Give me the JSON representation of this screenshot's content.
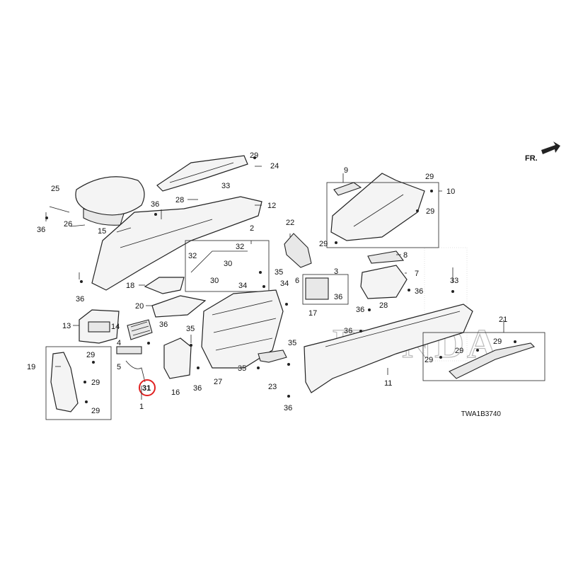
{
  "diagram_code": "TWA1B3740",
  "front_indicator": "FR.",
  "highlighted_callout": "31",
  "watermark": "HONDA",
  "callouts": [
    {
      "id": "c25",
      "text": "25"
    },
    {
      "id": "c26",
      "text": "26"
    },
    {
      "id": "c36a",
      "text": "36"
    },
    {
      "id": "c15",
      "text": "15"
    },
    {
      "id": "c36b",
      "text": "36"
    },
    {
      "id": "c29a",
      "text": "29"
    },
    {
      "id": "c24",
      "text": "24"
    },
    {
      "id": "c33a",
      "text": "33"
    },
    {
      "id": "c28a",
      "text": "28"
    },
    {
      "id": "c12",
      "text": "12"
    },
    {
      "id": "c2",
      "text": "2"
    },
    {
      "id": "c32a",
      "text": "32"
    },
    {
      "id": "c32b",
      "text": "32"
    },
    {
      "id": "c30a",
      "text": "30"
    },
    {
      "id": "c30b",
      "text": "30"
    },
    {
      "id": "c36c",
      "text": "36"
    },
    {
      "id": "c18",
      "text": "18"
    },
    {
      "id": "c20",
      "text": "20"
    },
    {
      "id": "c13",
      "text": "13"
    },
    {
      "id": "c14",
      "text": "14"
    },
    {
      "id": "c36d",
      "text": "36"
    },
    {
      "id": "c4",
      "text": "4"
    },
    {
      "id": "c5",
      "text": "5"
    },
    {
      "id": "c31",
      "text": "31"
    },
    {
      "id": "c1",
      "text": "1"
    },
    {
      "id": "c19",
      "text": "19"
    },
    {
      "id": "c29b",
      "text": "29"
    },
    {
      "id": "c29c",
      "text": "29"
    },
    {
      "id": "c29d",
      "text": "29"
    },
    {
      "id": "c35a",
      "text": "35"
    },
    {
      "id": "c16",
      "text": "16"
    },
    {
      "id": "c36e",
      "text": "36"
    },
    {
      "id": "c27",
      "text": "27"
    },
    {
      "id": "c34a",
      "text": "34"
    },
    {
      "id": "c35b",
      "text": "35"
    },
    {
      "id": "c34b",
      "text": "34"
    },
    {
      "id": "c3",
      "text": "3"
    },
    {
      "id": "c22",
      "text": "22"
    },
    {
      "id": "c6",
      "text": "6"
    },
    {
      "id": "c36f",
      "text": "36"
    },
    {
      "id": "c17",
      "text": "17"
    },
    {
      "id": "c35c",
      "text": "35"
    },
    {
      "id": "c35d",
      "text": "35"
    },
    {
      "id": "c23",
      "text": "23"
    },
    {
      "id": "c36g",
      "text": "36"
    },
    {
      "id": "c9",
      "text": "9"
    },
    {
      "id": "c29e",
      "text": "29"
    },
    {
      "id": "c10",
      "text": "10"
    },
    {
      "id": "c29f",
      "text": "29"
    },
    {
      "id": "c29g",
      "text": "29"
    },
    {
      "id": "c8",
      "text": "8"
    },
    {
      "id": "c7",
      "text": "7"
    },
    {
      "id": "c36h",
      "text": "36"
    },
    {
      "id": "c33b",
      "text": "33"
    },
    {
      "id": "c36i",
      "text": "36"
    },
    {
      "id": "c28b",
      "text": "28"
    },
    {
      "id": "c36j",
      "text": "36"
    },
    {
      "id": "c11",
      "text": "11"
    },
    {
      "id": "c21",
      "text": "21"
    },
    {
      "id": "c29h",
      "text": "29"
    },
    {
      "id": "c29i",
      "text": "29"
    },
    {
      "id": "c29j",
      "text": "29"
    }
  ]
}
